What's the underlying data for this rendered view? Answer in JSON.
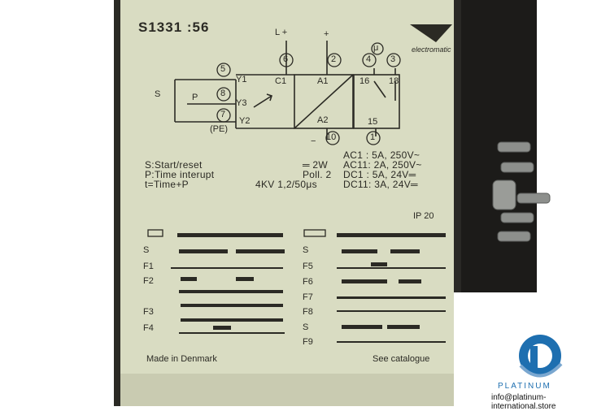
{
  "device": {
    "model": "S1331 :56",
    "brand": "electromatic",
    "terminals": {
      "l_plus": "L +",
      "plus": "+",
      "minus": "−",
      "mu": "μ",
      "t6": "6",
      "t2": "2",
      "t4": "4",
      "t3": "3",
      "t5": "5",
      "t8": "8",
      "t7": "7",
      "t10": "10",
      "t1": "1",
      "c1": "C1",
      "a1": "A1",
      "a2": "A2",
      "y1": "Y1",
      "y3": "Y3",
      "y2": "Y2",
      "s": "S",
      "p": "P",
      "pe": "(PE)",
      "n16": "16",
      "n18": "18",
      "n15": "15"
    },
    "specs_left": [
      "S:Start/reset",
      "P:Time interupt",
      "t=Time+P"
    ],
    "specs_mid": [
      "═ 2W",
      "Poll. 2",
      "4KV 1,2/50μs"
    ],
    "specs_right": [
      "AC1 : 5A, 250V~",
      "AC11: 2A, 250V~",
      "DC1 : 5A, 24V═",
      "DC11: 3A, 24V═"
    ],
    "ip_rating": "IP 20",
    "timing_left": [
      "S",
      "F1",
      "F2",
      "F3",
      "F4"
    ],
    "timing_right": [
      "S",
      "F5",
      "F6",
      "F7",
      "F8",
      "S",
      "F9"
    ],
    "made_in": "Made in Denmark",
    "catalogue": "See catalogue"
  },
  "watermark": {
    "name": "PLATINUM",
    "email": "info@platinum-international.store"
  },
  "colors": {
    "face": "#d9dcc2",
    "ink": "#2b2a24",
    "housing": "#1c1b19",
    "brand_blue": "#1e6fb0"
  }
}
